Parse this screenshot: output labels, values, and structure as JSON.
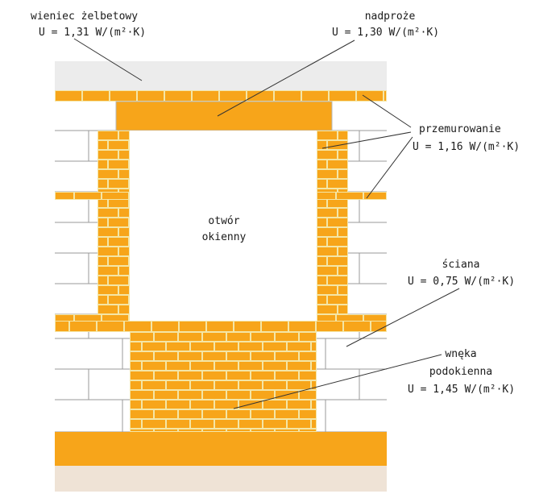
{
  "colors": {
    "background": "#ffffff",
    "concrete": "#ececec",
    "brick": "#f7a51a",
    "brick_mortar": "#f4e6a6",
    "block": "#ffffff",
    "block_joint": "#9a9a9a",
    "ground": "#efe3d6",
    "leader": "#333333"
  },
  "labels": {
    "wieniec": {
      "name": "wieniec żelbetowy",
      "u_symbol": "U",
      "u_value": " = 1,31 W/(m²·K)"
    },
    "nadproze": {
      "name": "nadproże",
      "u_symbol": "U",
      "u_value": " = 1,30 W/(m²·K)"
    },
    "przemurowanie": {
      "name": "przemurowanie",
      "u_symbol": "U",
      "u_value": " = 1,16 W/(m²·K)"
    },
    "otwor": {
      "line1": "otwór",
      "line2": "okienny"
    },
    "sciana": {
      "name": "ściana",
      "u_symbol": "U",
      "u_value": " = 0,75 W/(m²·K)"
    },
    "wneka": {
      "line1": "wnęka",
      "line2": "podokienna",
      "u_symbol": "U",
      "u_value": " = 1,45 W/(m²·K)"
    }
  }
}
